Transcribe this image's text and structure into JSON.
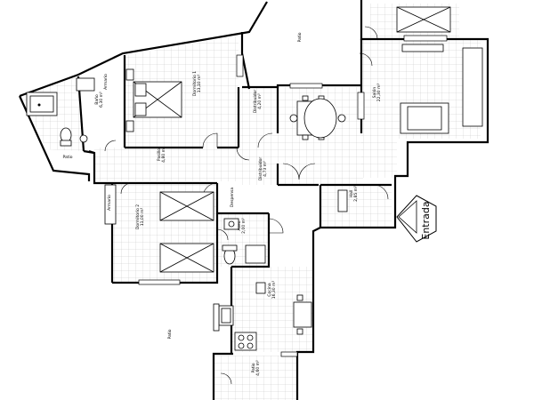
{
  "plan": {
    "rooms": [
      {
        "name": "Baño",
        "area": "6,30 m²"
      },
      {
        "name": "Armario",
        "area": ""
      },
      {
        "name": "Dormitorio 1",
        "area": "13,10 m²"
      },
      {
        "name": "Patio",
        "area": ""
      },
      {
        "name": "Distribuidor",
        "area": "4,20 m²"
      },
      {
        "name": "Salón",
        "area": "22,30 m²"
      },
      {
        "name": "Pasillo",
        "area": "4,80 m²"
      },
      {
        "name": "Distribuidor",
        "area": "4,73 m²"
      },
      {
        "name": "Hall",
        "area": "2,85 m²"
      },
      {
        "name": "Armario",
        "area": ""
      },
      {
        "name": "Dormitorio 2",
        "area": "11,00 m²"
      },
      {
        "name": "Despensa",
        "area": ""
      },
      {
        "name": "Aseo",
        "area": "2,00 m²"
      },
      {
        "name": "Cocina",
        "area": "16,30 m²"
      },
      {
        "name": "Patio",
        "area": ""
      },
      {
        "name": "Patio",
        "area": "4,60 m²"
      },
      {
        "name": "Patio",
        "area": ""
      }
    ],
    "entrance_label": "Entrada"
  }
}
